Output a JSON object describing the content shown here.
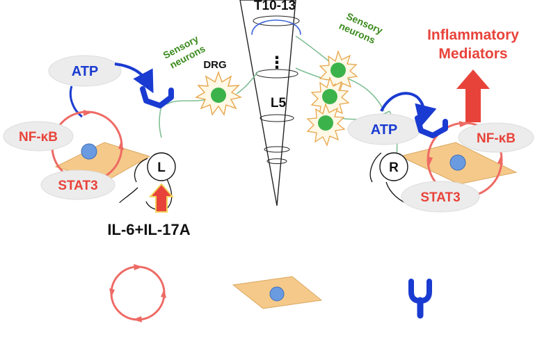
{
  "labels": {
    "spinal_top": "T10-13",
    "spinal_dots": "⋮",
    "spinal_l5": "L5",
    "sensory_left": [
      "Sensory",
      "neurons"
    ],
    "sensory_right": [
      "Sensory",
      "neurons"
    ],
    "drg": "DRG",
    "atp_left": "ATP",
    "atp_right": "ATP",
    "nfkb_left": "NF-κB",
    "nfkb_right": "NF-κB",
    "stat3_left": "STAT3",
    "stat3_right": "STAT3",
    "joint_left": "L",
    "joint_right": "R",
    "cytokines": "IL-6+IL-17A",
    "mediators": [
      "Inflammatory",
      "Mediators"
    ]
  },
  "colors": {
    "red": "#e8433a",
    "blue": "#1a3bd1",
    "green_text": "#3a8a1c",
    "green_cell": "#3cb34a",
    "star_stroke": "#e8a54a",
    "cell_fill": "#f5c98a",
    "nucleus": "#6a9be0",
    "loop_red": "#ee6a64",
    "ellipse_fill": "#ececec",
    "nerve": "#7fbf94"
  }
}
